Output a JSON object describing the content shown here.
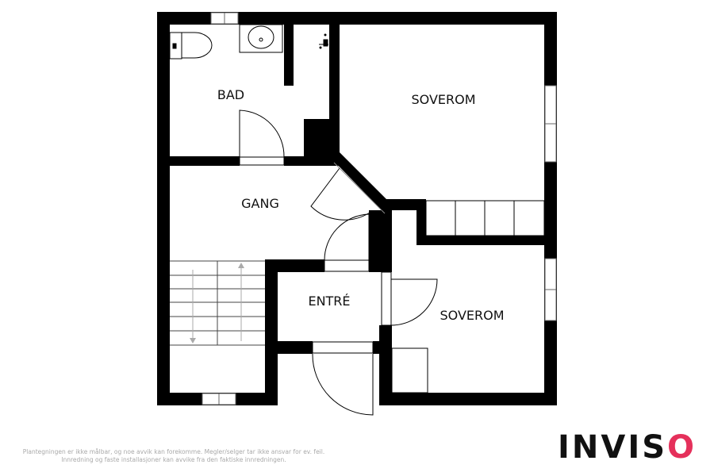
{
  "rooms": {
    "bad": "BAD",
    "gang": "GANG",
    "soverom_1": "SOVEROM",
    "entre": "ENTRÉ",
    "soverom_2": "SOVEROM"
  },
  "disclaimer": {
    "line1": "Plantegningen er ikke målbar, og noe avvik kan forekomme. Megler/selger tar ikke ansvar for ev. feil.",
    "line2": "Innredning og faste installasjoner kan avvike fra den faktiske innredningen."
  },
  "brand": {
    "text_main": "INVIS",
    "text_accent": "O",
    "accent_color": "#e5305b",
    "text_color": "#111111"
  }
}
